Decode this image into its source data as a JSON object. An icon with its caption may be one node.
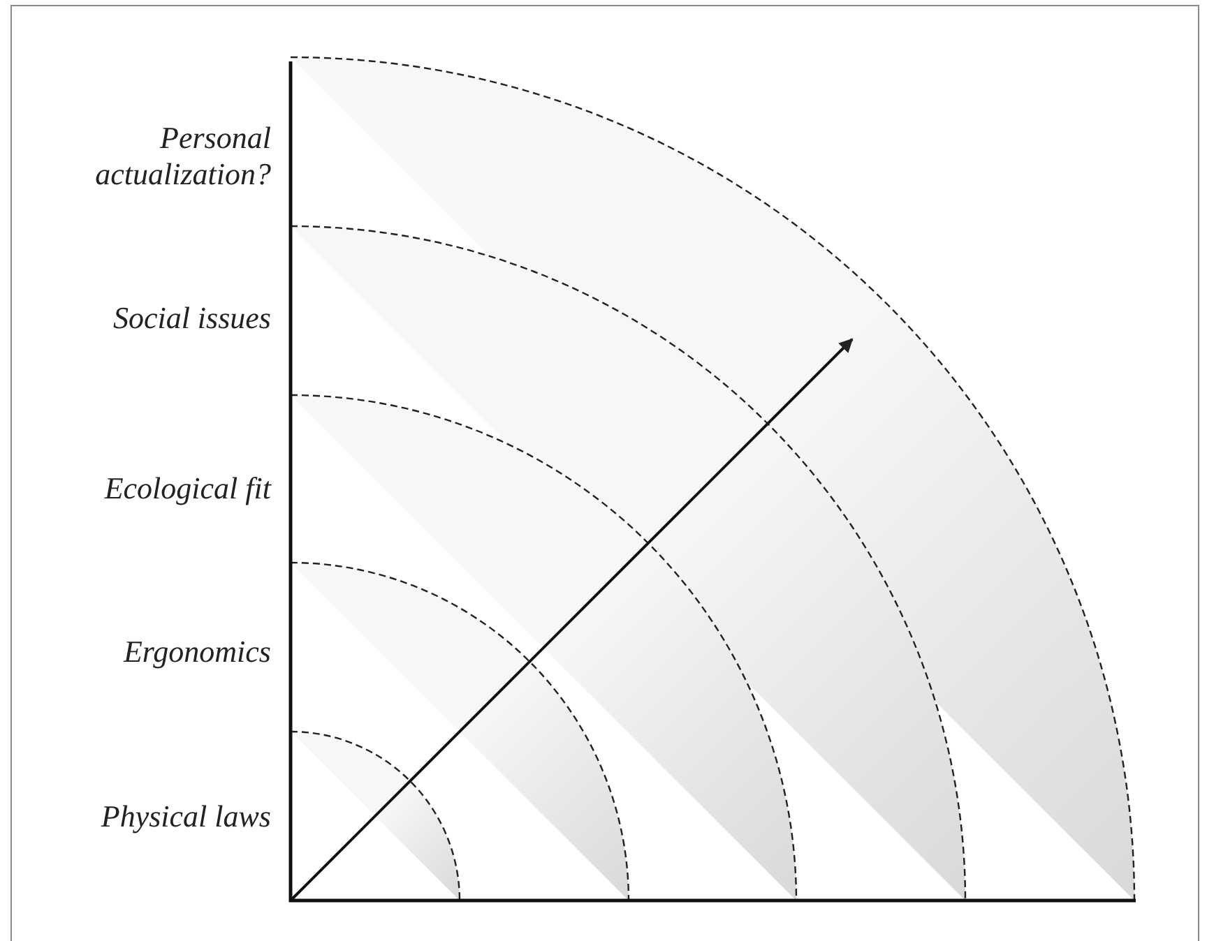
{
  "diagram": {
    "labels": [
      "Personal actualization?",
      "Social issues",
      "Ecological fit",
      "Ergonomics",
      "Physical laws"
    ]
  }
}
